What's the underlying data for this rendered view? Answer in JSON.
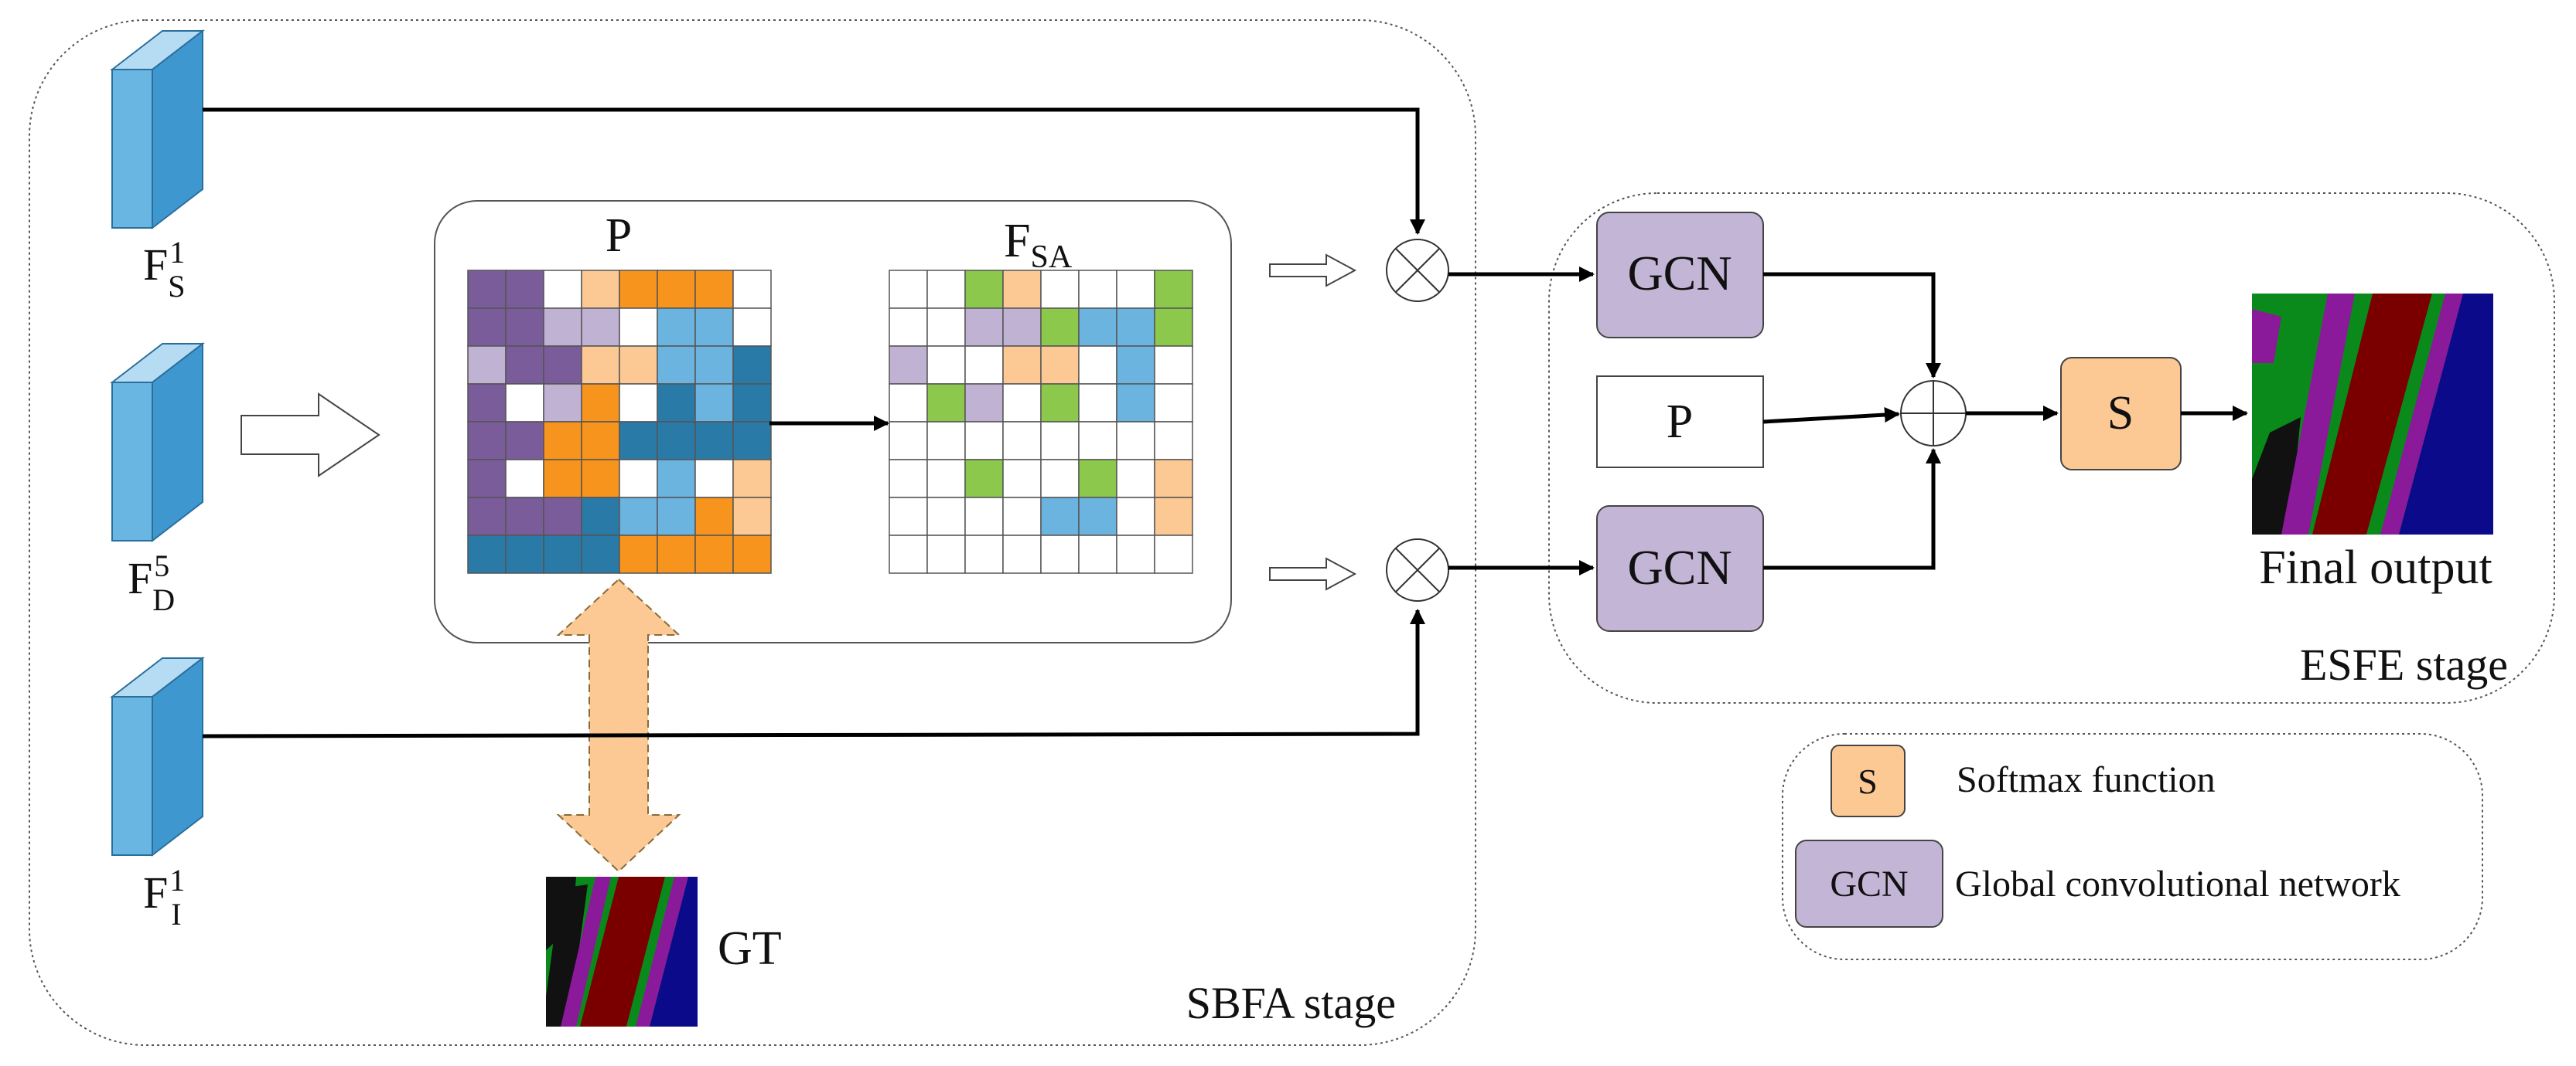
{
  "colors": {
    "purple": "#7a5c9b",
    "lavender": "#bfb2d3",
    "orange": "#f7941d",
    "peach": "#fcc994",
    "blue": "#2a7aa8",
    "light_blue": "#6cb4e0",
    "green": "#8cc84b",
    "white": "#ffffff",
    "gcn_fill": "#c3b5d6",
    "softmax_fill": "#fcc994",
    "feature_front": "#6ab6e3",
    "feature_side": "#3f97cf",
    "feature_top": "#b6dcf4"
  },
  "features": {
    "f_s1": {
      "base": "F",
      "sub": "S",
      "sup": "1"
    },
    "f_d5": {
      "base": "F",
      "sub": "D",
      "sup": "5"
    },
    "f_i1": {
      "base": "F",
      "sub": "I",
      "sup": "1"
    }
  },
  "matrices": {
    "p": {
      "label": "P",
      "grid": [
        [
          "purple",
          "purple",
          "white",
          "peach",
          "orange",
          "orange",
          "orange",
          "white"
        ],
        [
          "purple",
          "purple",
          "lavender",
          "lavender",
          "white",
          "light_blue",
          "light_blue",
          "white"
        ],
        [
          "lavender",
          "purple",
          "purple",
          "peach",
          "peach",
          "light_blue",
          "light_blue",
          "blue"
        ],
        [
          "purple",
          "white",
          "lavender",
          "orange",
          "white",
          "blue",
          "light_blue",
          "blue"
        ],
        [
          "purple",
          "purple",
          "orange",
          "orange",
          "blue",
          "blue",
          "blue",
          "blue"
        ],
        [
          "purple",
          "white",
          "orange",
          "orange",
          "white",
          "light_blue",
          "white",
          "peach"
        ],
        [
          "purple",
          "purple",
          "purple",
          "blue",
          "light_blue",
          "light_blue",
          "orange",
          "peach"
        ],
        [
          "blue",
          "blue",
          "blue",
          "blue",
          "orange",
          "orange",
          "orange",
          "orange"
        ]
      ]
    },
    "f_sa": {
      "label_base": "F",
      "label_sub": "SA",
      "grid": [
        [
          "white",
          "white",
          "green",
          "peach",
          "white",
          "white",
          "white",
          "green"
        ],
        [
          "white",
          "white",
          "lavender",
          "lavender",
          "green",
          "light_blue",
          "light_blue",
          "green"
        ],
        [
          "lavender",
          "white",
          "white",
          "peach",
          "peach",
          "white",
          "light_blue",
          "white"
        ],
        [
          "white",
          "green",
          "lavender",
          "white",
          "green",
          "white",
          "light_blue",
          "white"
        ],
        [
          "white",
          "white",
          "white",
          "white",
          "white",
          "white",
          "white",
          "white"
        ],
        [
          "white",
          "white",
          "green",
          "white",
          "white",
          "green",
          "white",
          "peach"
        ],
        [
          "white",
          "white",
          "white",
          "white",
          "light_blue",
          "light_blue",
          "white",
          "peach"
        ],
        [
          "white",
          "white",
          "white",
          "white",
          "white",
          "white",
          "white",
          "white"
        ]
      ]
    }
  },
  "labels": {
    "gt": "GT",
    "sbfa_stage": "SBFA stage",
    "esfe_stage": "ESFE stage",
    "gcn_top": "GCN",
    "gcn_bottom": "GCN",
    "p_box": "P",
    "softmax_box": "S",
    "final_output": "Final output"
  },
  "legend": {
    "softmax_key": "S",
    "softmax_text": "Softmax function",
    "gcn_key": "GCN",
    "gcn_text": "Global convolutional network"
  }
}
